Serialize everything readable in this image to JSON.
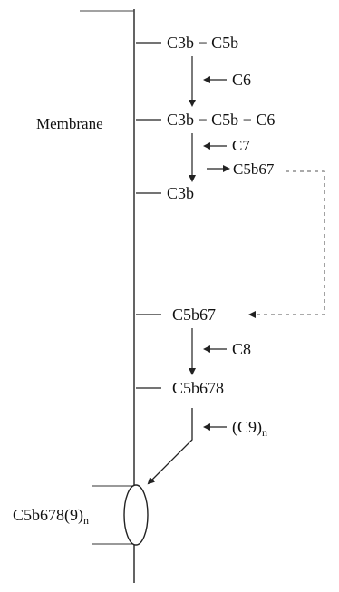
{
  "labels": {
    "membrane": "Membrane",
    "c3b_c5b": "C3b − C5b",
    "c6": "C6",
    "c3b_c5b_c6": "C3b − C5b − C6",
    "c7": "C7",
    "c5b67_released": "C5b67",
    "c3b": "C3b",
    "c5b67_bound": "C5b67",
    "c8": "C8",
    "c5b678": "C5b678",
    "c9_main": "(C9)",
    "c9_subscript": "n",
    "mac_main": "C5b678(9)",
    "mac_subscript": "n"
  },
  "colors": {
    "line": "#222222",
    "dashed": "#555555",
    "text": "#111111"
  }
}
